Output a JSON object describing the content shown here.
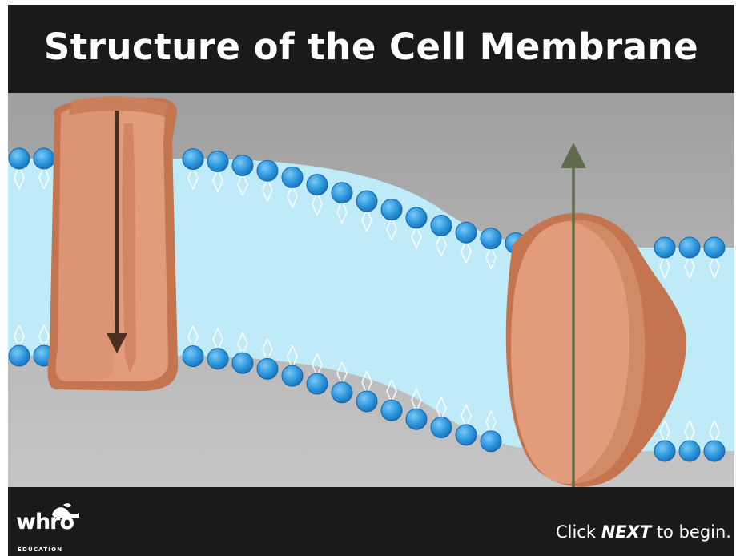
{
  "header": {
    "title": "Structure of the Cell Membrane"
  },
  "footer": {
    "logo": {
      "wordmark": "whro",
      "subtitle": "EDUCATION"
    },
    "cta": {
      "prefix": "Click",
      "keyword": "NEXT",
      "suffix": "to begin."
    }
  },
  "illustration": {
    "elements": [
      "phospholipid-bilayer",
      "channel-protein",
      "carrier-protein"
    ],
    "colors": {
      "background_gray": "#a9a9a9",
      "membrane_interior": "#bfeaf7",
      "phospholipid_head": "#2c96dd",
      "protein_light": "#e29c7c",
      "protein_dark": "#c4754f",
      "arrow_down": "#4a2e1f",
      "arrow_up": "#5f6b4a"
    }
  },
  "colors": {
    "bar_background": "#1a1a1a",
    "text": "#ffffff"
  }
}
